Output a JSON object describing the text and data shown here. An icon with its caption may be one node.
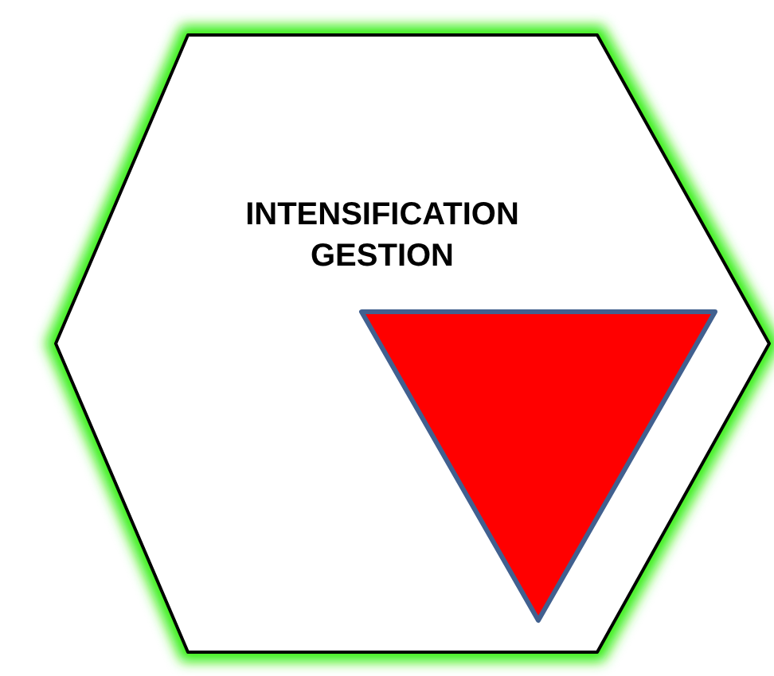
{
  "diagram": {
    "nodes": [
      {
        "text": [
          "INTENSIFICATION GESTION"
        ]
      },
      {
        "text": [],
        "shape": "triangle",
        "in": 0
      }
    ]
  }
}
